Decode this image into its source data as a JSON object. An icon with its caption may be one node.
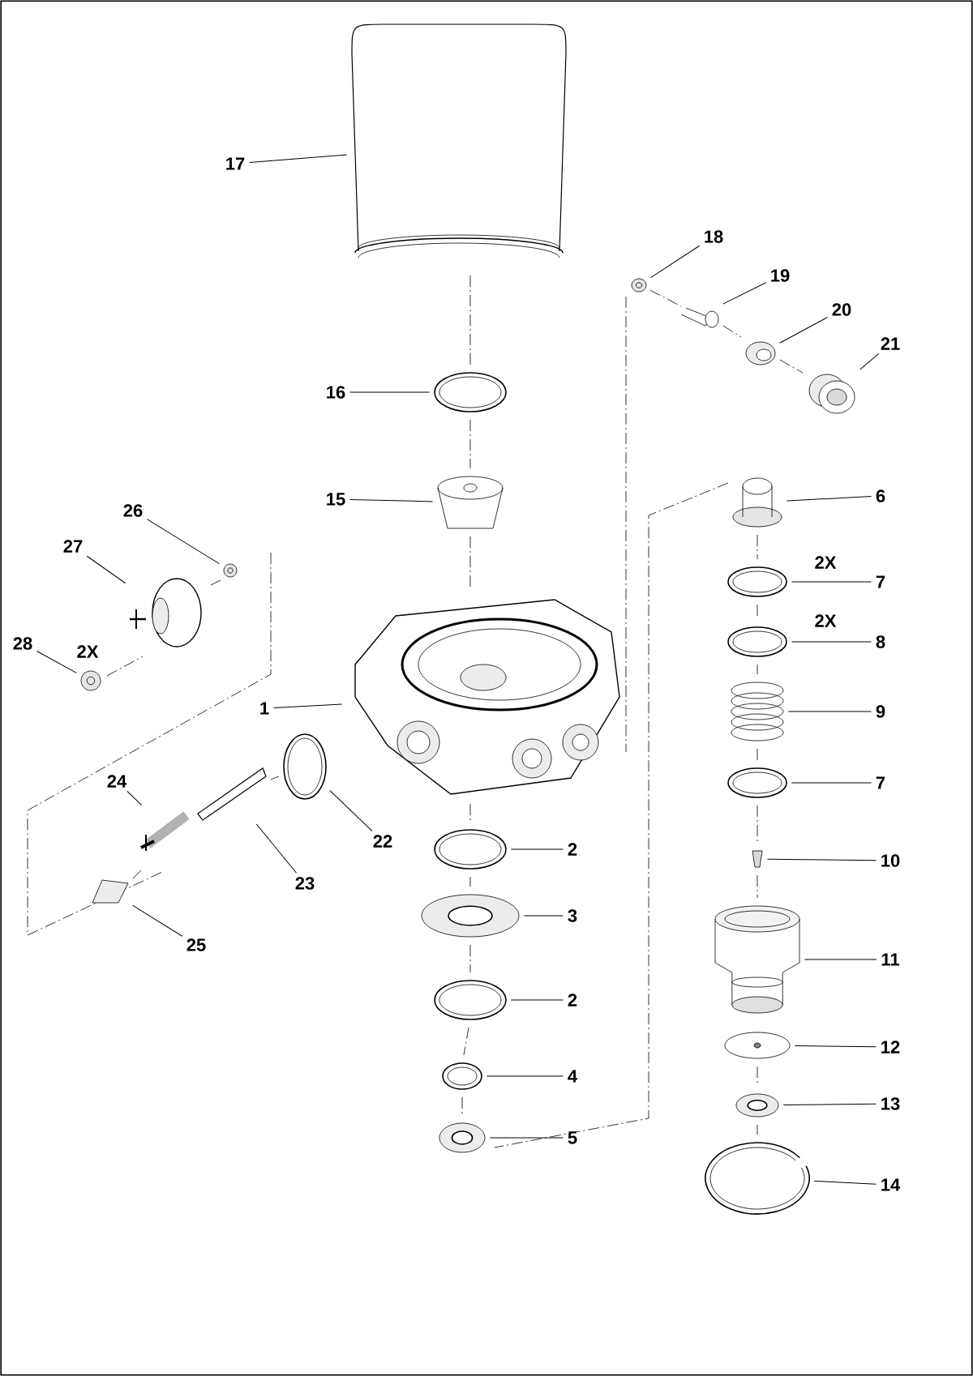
{
  "diagram": {
    "nodes": [
      {
        "text": [
          "17"
        ]
      },
      {
        "text": [],
        "shape": "picture"
      },
      {
        "text": [
          "18"
        ]
      },
      {
        "text": [],
        "shape": "picture"
      },
      {
        "text": [
          "19"
        ]
      },
      {
        "text": [],
        "shape": "picture"
      },
      {
        "text": [
          "20"
        ]
      },
      {
        "text": [],
        "shape": "picture"
      },
      {
        "text": [
          "21"
        ]
      },
      {
        "text": [],
        "shape": "picture"
      },
      {
        "text": [
          "16"
        ]
      },
      {
        "text": [],
        "shape": "picture"
      },
      {
        "text": [
          "6"
        ]
      },
      {
        "text": [],
        "shape": "picture"
      },
      {
        "text": [
          "15"
        ]
      },
      {
        "text": [],
        "shape": "picture"
      },
      {
        "text": [
          "26"
        ]
      },
      {
        "text": [],
        "shape": "picture"
      },
      {
        "text": [
          "27"
        ]
      },
      {
        "text": [],
        "shape": "picture"
      },
      {
        "text": [
          "7"
        ]
      },
      {
        "text": [],
        "shape": "picture"
      },
      {
        "text": [
          "28"
        ]
      },
      {
        "text": [],
        "shape": "picture"
      },
      {
        "text": [
          "8"
        ]
      },
      {
        "text": [],
        "shape": "picture"
      },
      {
        "text": [
          "1"
        ]
      },
      {
        "text": [],
        "shape": "picture"
      },
      {
        "text": [
          "9"
        ]
      },
      {
        "text": [],
        "shape": "picture"
      },
      {
        "text": [
          "7"
        ]
      },
      {
        "text": [],
        "shape": "picture"
      },
      {
        "text": [
          "22"
        ]
      },
      {
        "text": [],
        "shape": "picture"
      },
      {
        "text": [
          "2"
        ]
      },
      {
        "text": [],
        "shape": "picture"
      },
      {
        "text": [
          "10"
        ]
      },
      {
        "text": [],
        "shape": "picture"
      },
      {
        "text": [
          "24"
        ]
      },
      {
        "text": [],
        "shape": "picture"
      },
      {
        "text": [
          "23"
        ]
      },
      {
        "text": [],
        "shape": "picture"
      },
      {
        "text": [
          "3"
        ]
      },
      {
        "text": [],
        "shape": "picture"
      },
      {
        "text": [
          "25"
        ]
      },
      {
        "text": [],
        "shape": "picture"
      },
      {
        "text": [
          "11"
        ]
      },
      {
        "text": [],
        "shape": "picture"
      },
      {
        "text": [
          "2"
        ]
      },
      {
        "text": [],
        "shape": "picture"
      },
      {
        "text": [
          "12"
        ]
      },
      {
        "text": [],
        "shape": "picture"
      },
      {
        "text": [
          "4"
        ]
      },
      {
        "text": [],
        "shape": "picture"
      },
      {
        "text": [
          "13"
        ]
      },
      {
        "text": [],
        "shape": "picture"
      },
      {
        "text": [
          "5"
        ]
      },
      {
        "text": [],
        "shape": "picture"
      },
      {
        "text": [
          "14"
        ]
      },
      {
        "text": [],
        "shape": "picture"
      }
    ],
    "edges": [
      {
        "from": 0,
        "to": 1,
        "arrow": "none"
      },
      {
        "from": 2,
        "to": 3,
        "arrow": "none"
      },
      {
        "from": 4,
        "to": 5,
        "arrow": "none"
      },
      {
        "from": 6,
        "to": 7,
        "arrow": "none"
      },
      {
        "from": 8,
        "to": 9,
        "arrow": "none"
      },
      {
        "from": 10,
        "to": 11,
        "arrow": "none"
      },
      {
        "from": 12,
        "to": 13,
        "arrow": "none"
      },
      {
        "from": 14,
        "to": 15,
        "arrow": "none"
      },
      {
        "from": 16,
        "to": 17,
        "arrow": "none"
      },
      {
        "from": 18,
        "to": 19,
        "arrow": "none"
      },
      {
        "from": 20,
        "to": 21,
        "arrow": "none"
      },
      {
        "from": 22,
        "to": 23,
        "arrow": "none"
      },
      {
        "from": 24,
        "to": 25,
        "arrow": "none"
      },
      {
        "from": 26,
        "to": 27,
        "arrow": "none"
      },
      {
        "from": 28,
        "to": 29,
        "arrow": "none"
      },
      {
        "from": 30,
        "to": 31,
        "arrow": "none"
      },
      {
        "from": 32,
        "to": 33,
        "arrow": "none"
      },
      {
        "from": 34,
        "to": 35,
        "arrow": "none"
      },
      {
        "from": 36,
        "to": 37,
        "arrow": "none"
      },
      {
        "from": 38,
        "to": 39,
        "arrow": "none"
      },
      {
        "from": 40,
        "to": 41,
        "arrow": "none"
      },
      {
        "from": 42,
        "to": 43,
        "arrow": "none"
      },
      {
        "from": 44,
        "to": 45,
        "arrow": "none"
      },
      {
        "from": 46,
        "to": 47,
        "arrow": "none"
      },
      {
        "from": 48,
        "to": 49,
        "arrow": "none"
      },
      {
        "from": 50,
        "to": 51,
        "arrow": "none"
      },
      {
        "from": 52,
        "to": 53,
        "arrow": "none"
      },
      {
        "from": 54,
        "to": 55,
        "arrow": "none"
      },
      {
        "from": 56,
        "to": 57,
        "arrow": "none"
      },
      {
        "from": 58,
        "to": 59,
        "arrow": "none"
      }
    ],
    "labels": [
      "2X",
      "2X",
      "2X"
    ]
  }
}
